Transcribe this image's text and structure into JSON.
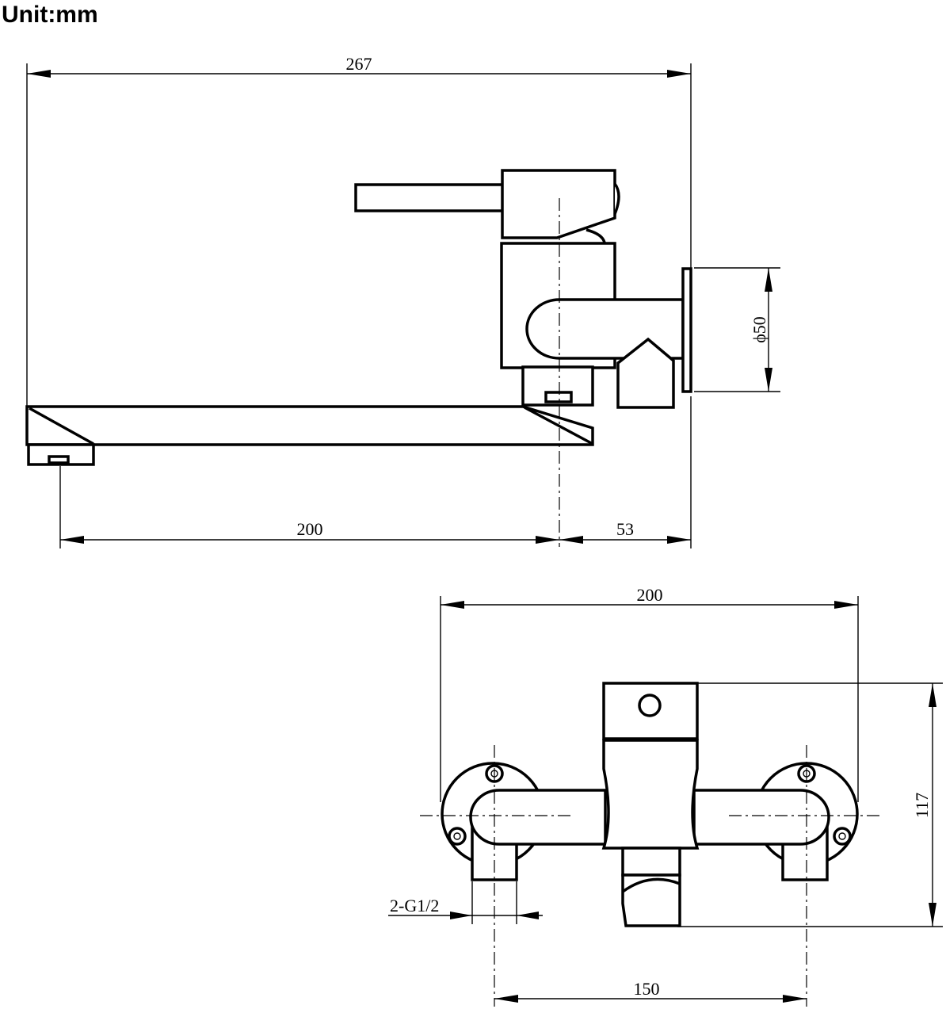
{
  "unit_label": "Unit:mm",
  "side_view": {
    "overall_width": "267",
    "flange_diameter": "ϕ50",
    "spout_reach": "200",
    "body_offset": "53"
  },
  "front_view": {
    "overall_width": "200",
    "height": "117",
    "inlet_thread": "2-G1/2",
    "inlet_spacing": "150"
  }
}
